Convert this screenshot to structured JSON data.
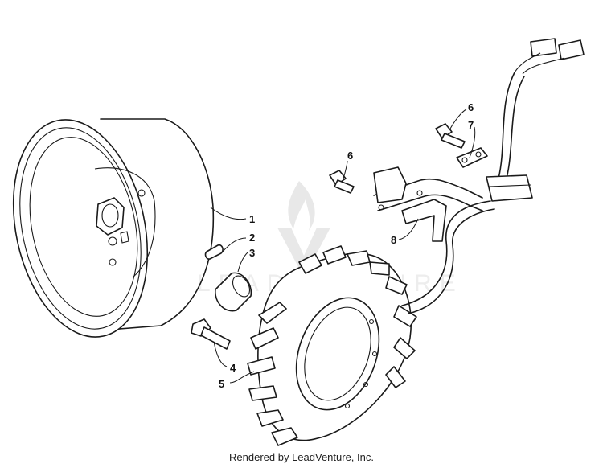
{
  "diagram": {
    "callouts": [
      {
        "id": "1",
        "label": "1"
      },
      {
        "id": "2",
        "label": "2"
      },
      {
        "id": "3",
        "label": "3"
      },
      {
        "id": "4",
        "label": "4"
      },
      {
        "id": "5",
        "label": "5"
      },
      {
        "id": "6a",
        "label": "6"
      },
      {
        "id": "6b",
        "label": "6"
      },
      {
        "id": "7",
        "label": "7"
      },
      {
        "id": "8",
        "label": "8"
      }
    ],
    "watermark": {
      "text": "LEADVENTURE"
    }
  },
  "footer": {
    "text": "Rendered by LeadVenture, Inc."
  }
}
